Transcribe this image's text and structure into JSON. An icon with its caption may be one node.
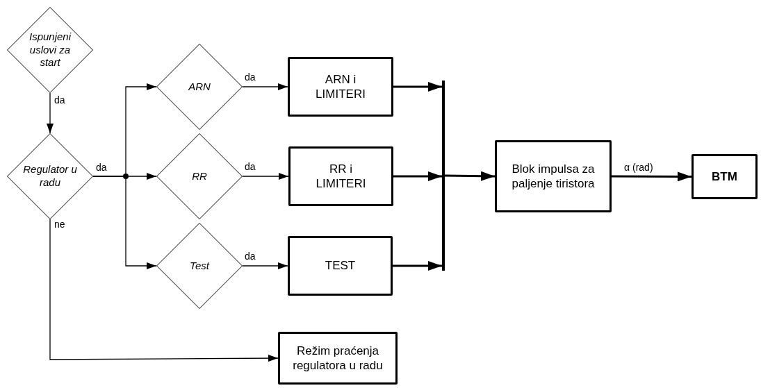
{
  "diagram": {
    "nodes": [
      {
        "text": [
          "Ispunjeni uslovi za start"
        ]
      },
      {
        "text": [
          "Regulator u radu"
        ]
      },
      {
        "text": [
          "ARN"
        ]
      },
      {
        "text": [
          "RR"
        ]
      },
      {
        "text": [
          "Test"
        ]
      },
      {
        "text": [
          "ARN i LIMITERI"
        ]
      },
      {
        "text": [
          "RR i LIMITERI"
        ]
      },
      {
        "text": [
          "TEST"
        ]
      },
      {
        "text": [],
        "shape": "bar"
      },
      {
        "text": [
          "Blok impulsa za paljenje tiristora"
        ]
      },
      {
        "text": [
          "BTM"
        ]
      },
      {
        "text": [
          "Režim praćenja regulatora u radu"
        ]
      }
    ],
    "edges": [
      {
        "from": 0,
        "to": 1,
        "arrow": "to",
        "label": "da"
      },
      {
        "from": 1,
        "to": 2,
        "arrow": "to"
      },
      {
        "from": 1,
        "to": 3,
        "arrow": "to",
        "label": "da"
      },
      {
        "from": 1,
        "to": 4,
        "arrow": "to"
      },
      {
        "from": 1,
        "to": 11,
        "arrow": "to",
        "label": "ne"
      },
      {
        "from": 2,
        "to": 5,
        "arrow": "to",
        "label": "da"
      },
      {
        "from": 3,
        "to": 6,
        "arrow": "to",
        "label": "da"
      },
      {
        "from": 4,
        "to": 7,
        "arrow": "to",
        "label": "da"
      },
      {
        "from": 5,
        "to": 8,
        "arrow": "to",
        "style": "thick"
      },
      {
        "from": 6,
        "to": 8,
        "arrow": "to",
        "style": "thick"
      },
      {
        "from": 7,
        "to": 8,
        "arrow": "to",
        "style": "thick"
      },
      {
        "from": 8,
        "to": 9,
        "arrow": "to",
        "style": "thick"
      },
      {
        "from": 9,
        "to": 10,
        "arrow": "to",
        "style": "thick",
        "label": "α (rad)"
      }
    ]
  }
}
